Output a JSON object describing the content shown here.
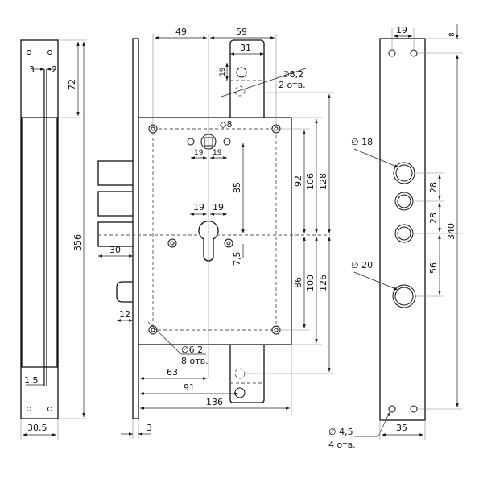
{
  "left_view": {
    "dims": {
      "gap_a": "3",
      "gap_b": "2",
      "top_offset": "72",
      "height": "356",
      "slot": "1,5",
      "width": "30,5"
    }
  },
  "front_view": {
    "dims": {
      "left_to_spindle": "49",
      "spindle_to_edge": "59",
      "tongue_width": "31",
      "tongue_hole": "19",
      "hole_top_dia": "∅8,2",
      "hole_top_count": "2 отв.",
      "spindle_square": "◇8",
      "spindle_left": "19",
      "spindle_right": "19",
      "spindle_to_cyl": "85",
      "dim_92": "92",
      "dim_106": "106",
      "dim_128": "128",
      "cyl_left": "19",
      "cyl_right": "19",
      "bolt_proj": "30",
      "cyl_hole_offset": "7,5",
      "dim_86": "86",
      "dim_100": "100",
      "dim_126": "126",
      "latch_proj": "12",
      "mount_hole_dia": "∅6,2",
      "mount_hole_count": "8 отв.",
      "dim_63": "63",
      "dim_91": "91",
      "dim_136": "136",
      "plate_thick": "3"
    }
  },
  "right_view": {
    "dims": {
      "hole_spacing": "19",
      "edge_offset": "8",
      "hole18": "∅ 18",
      "pitch1": "28",
      "pitch2": "28",
      "height": "340",
      "hole20": "∅ 20",
      "pitch3": "56",
      "fix_dia": "∅ 4,5",
      "fix_count": "4 отв.",
      "width": "35"
    }
  }
}
